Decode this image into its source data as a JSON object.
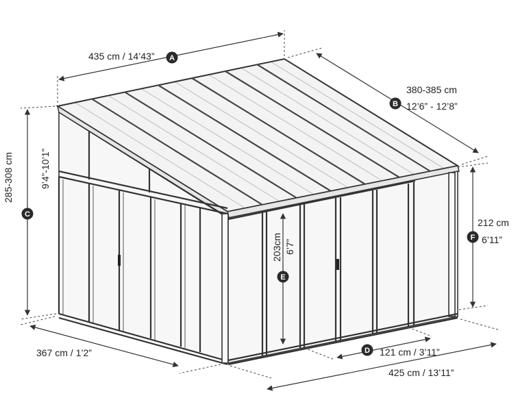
{
  "dimensions": {
    "A": {
      "badge": "A",
      "text": "435 cm / 14’43”"
    },
    "B": {
      "badge": "B",
      "metric": "380-385 cm",
      "imperial": "12’6” - 12’8”"
    },
    "C": {
      "badge": "C",
      "metric": "285-308 cm",
      "imperial": "9’4”-10’1”"
    },
    "D": {
      "badge": "D",
      "text": "121 cm / 3’11”"
    },
    "E": {
      "badge": "E",
      "metric": "203cm",
      "imperial": "6’7”"
    },
    "F": {
      "badge": "F",
      "metric": "212 cm",
      "imperial": "6’11”"
    },
    "depth": {
      "text": "367 cm / 1’2”"
    },
    "width": {
      "text": "425 cm / 13’11”"
    }
  },
  "colors": {
    "line": "#333333",
    "badge": "#2b2b2b",
    "glass": "#f7f7f7"
  }
}
